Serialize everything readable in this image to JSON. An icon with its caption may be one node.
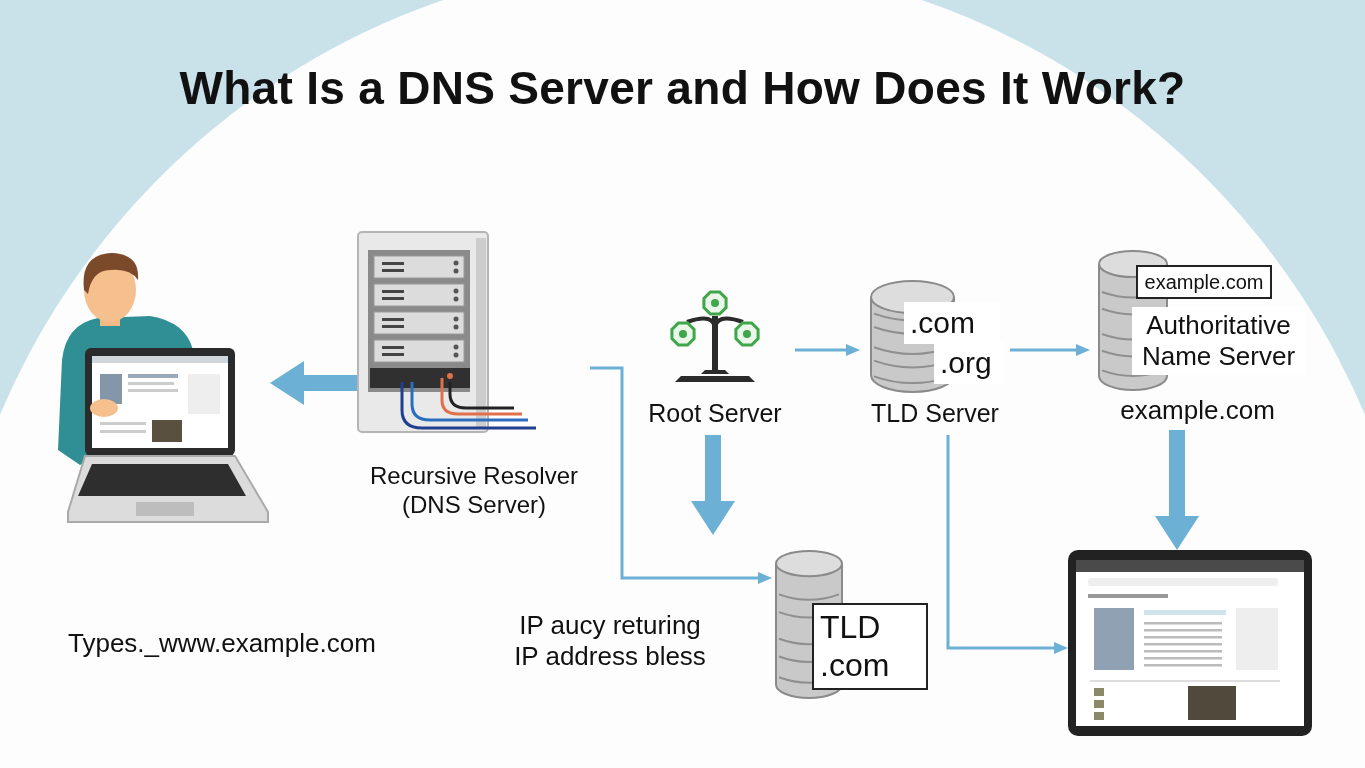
{
  "diagram": {
    "title": "What Is a DNS Server and How Does It Work?",
    "nodes": [
      {
        "text": [],
        "shape": "picture"
      },
      {
        "text": [
          "Recursive Resolver (DNS Server)"
        ]
      },
      {
        "text": [
          "Root Server"
        ]
      },
      {
        "text": [
          ".com",
          ".org",
          "TLD Server"
        ]
      },
      {
        "text": [
          "example.com",
          "Authoritative Name Server",
          "example.com"
        ]
      },
      {
        "text": [
          "TLD .com"
        ]
      },
      {
        "text": [],
        "shape": "picture"
      }
    ],
    "edges": [
      {
        "from": 1,
        "to": 0,
        "arrow": "to",
        "style": "thick"
      },
      {
        "from": 2,
        "to": 3,
        "arrow": "to"
      },
      {
        "from": 3,
        "to": 4,
        "arrow": "to"
      },
      {
        "from": 1,
        "to": 5,
        "arrow": "to"
      },
      {
        "from": 2,
        "to": null,
        "arrow": "to",
        "style": "thick"
      },
      {
        "from": 3,
        "to": 6,
        "arrow": "to"
      },
      {
        "from": 4,
        "to": 6,
        "arrow": "to",
        "style": "thick"
      }
    ],
    "labels": [
      "Types._www.example.com",
      "IP aucy returing IP address bless"
    ]
  }
}
